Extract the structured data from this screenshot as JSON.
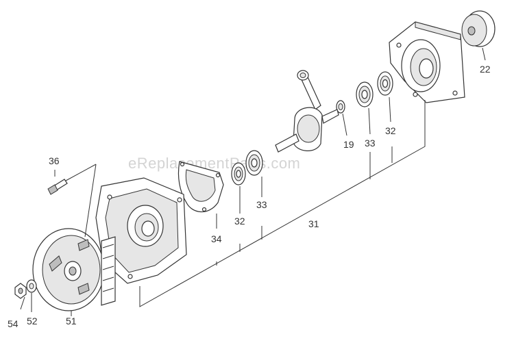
{
  "watermark": "eReplacementParts.com",
  "labels": {
    "l22": "22",
    "l32a": "32",
    "l33a": "33",
    "l19": "19",
    "l36": "36",
    "l34": "34",
    "l32b": "32",
    "l33b": "33",
    "l31": "31",
    "l51": "51",
    "l52": "52",
    "l54": "54"
  }
}
